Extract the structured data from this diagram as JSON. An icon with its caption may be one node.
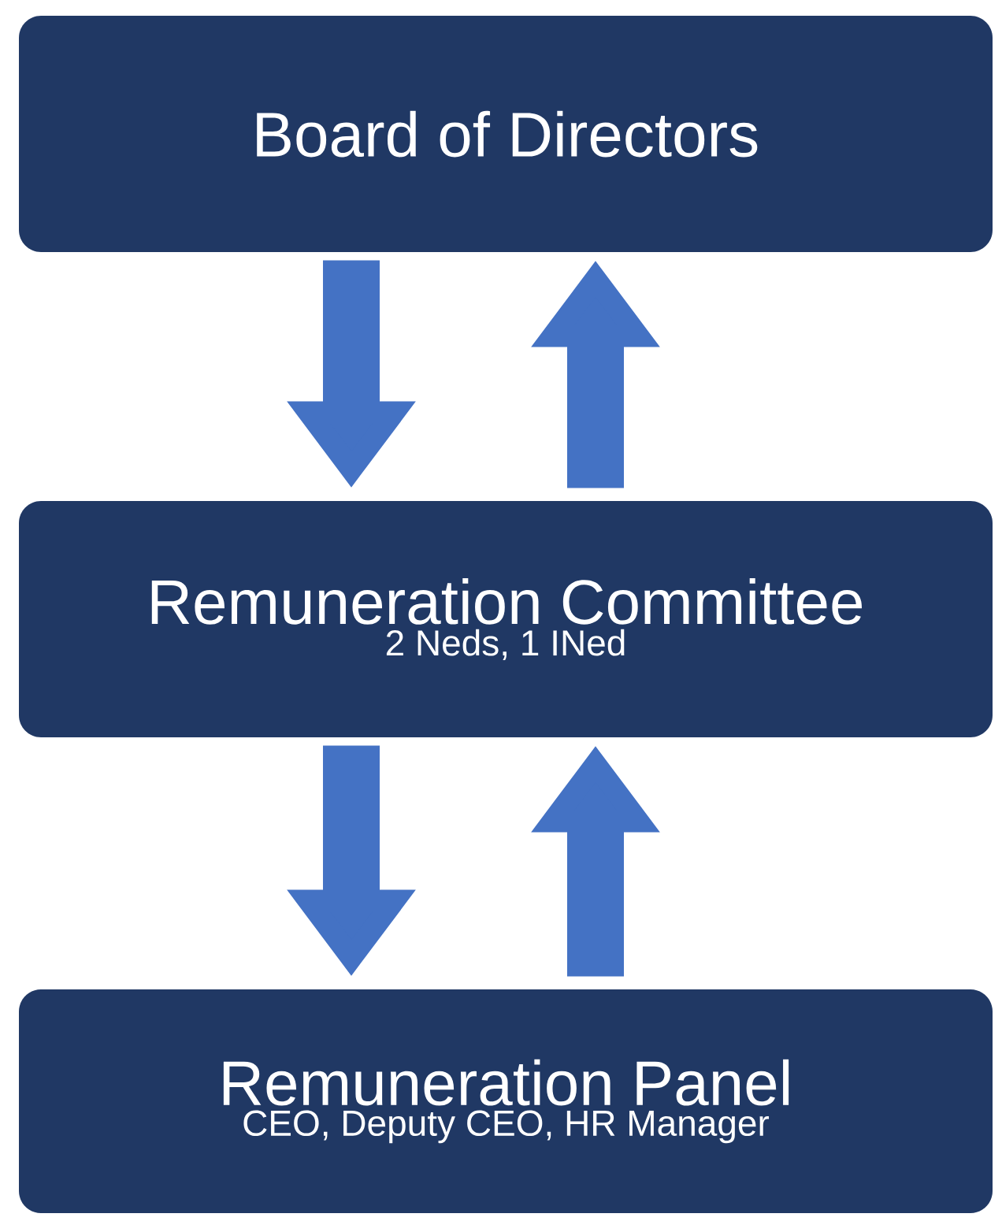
{
  "diagram": {
    "nodes": [
      {
        "text": [
          "Board of Directors"
        ]
      },
      {
        "text": [
          "Remuneration Committee",
          "2 Neds, 1 INed"
        ]
      },
      {
        "text": [
          "Remuneration Panel",
          "CEO, Deputy CEO, HR Manager"
        ]
      }
    ],
    "edges": [
      {
        "from": 0,
        "to": 1,
        "arrow": "to"
      },
      {
        "from": 1,
        "to": 0,
        "arrow": "to"
      },
      {
        "from": 1,
        "to": 2,
        "arrow": "to"
      },
      {
        "from": 2,
        "to": 1,
        "arrow": "to"
      }
    ]
  }
}
